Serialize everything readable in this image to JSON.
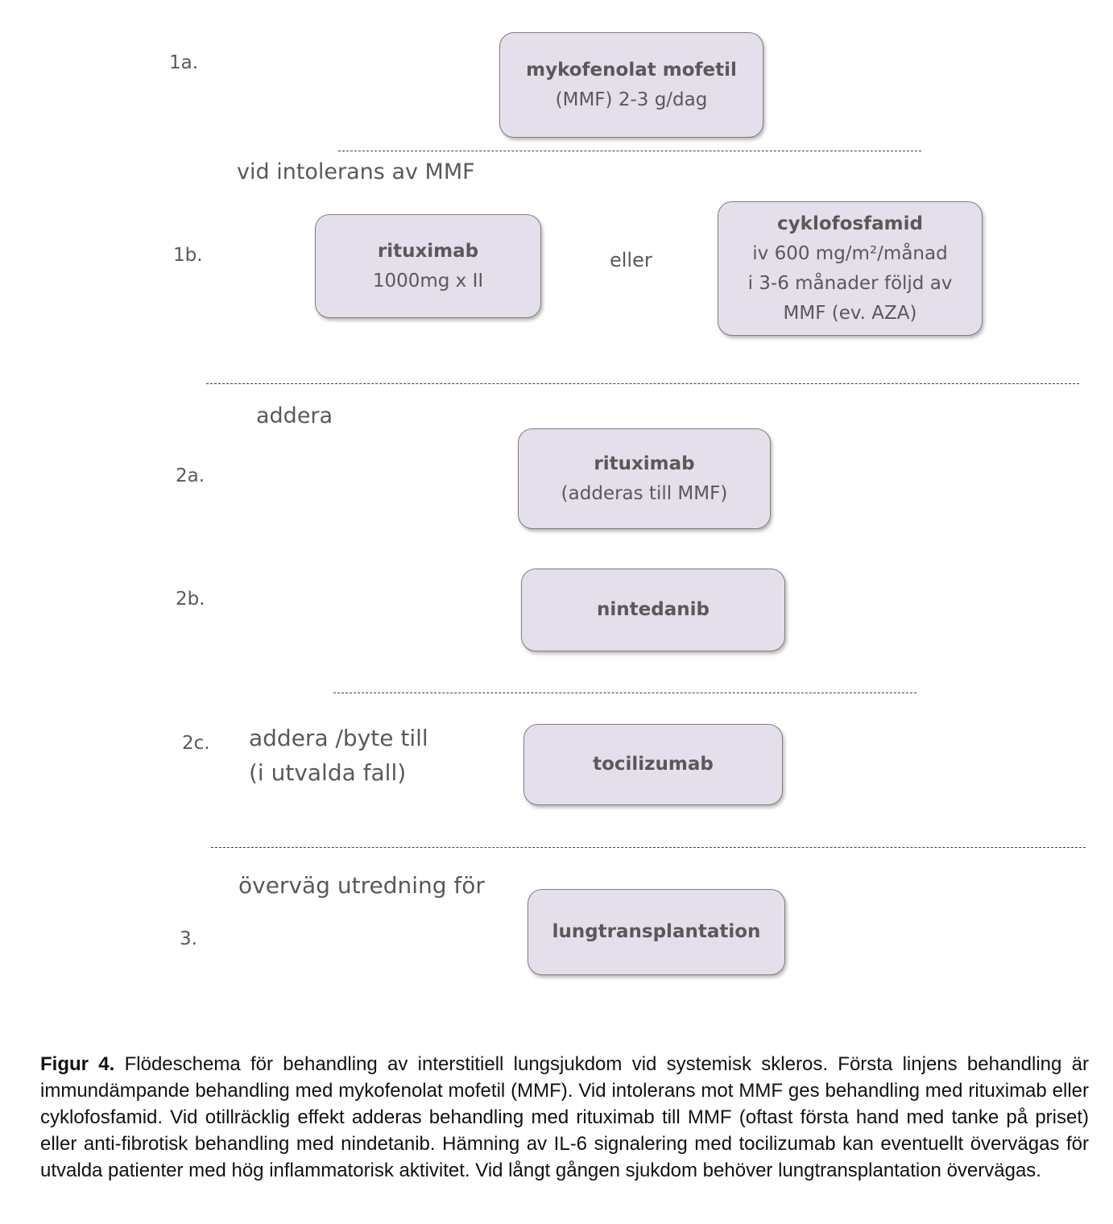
{
  "diagram": {
    "steps": {
      "s1a": "1a.",
      "s1b": "1b.",
      "s2a": "2a.",
      "s2b": "2b.",
      "s2c": "2c.",
      "s3": "3."
    },
    "labels": {
      "intolerance": "vid intolerans av MMF",
      "or": "eller",
      "add": "addera",
      "add_switch_line1": "addera /byte till",
      "add_switch_line2": "(i utvalda fall)",
      "consider": "överväg utredning för"
    },
    "boxes": {
      "mmf": {
        "line1": "mykofenolat mofetil",
        "line2": "(MMF) 2-3 g/dag"
      },
      "rituximab_1b": {
        "line1": "rituximab",
        "line2": "1000mg x II"
      },
      "cyclophosphamide": {
        "line1": "cyklofosfamid",
        "line2": "iv 600 mg/m²/månad",
        "line3": "i 3-6 månader följd av",
        "line4": "MMF (ev. AZA)"
      },
      "rituximab_2a": {
        "line1": "rituximab",
        "line2": "(adderas till MMF)"
      },
      "nintedanib": {
        "line1": "nintedanib"
      },
      "tocilizumab": {
        "line1": "tocilizumab"
      },
      "lung_transplant": {
        "line1": "lungtransplantation"
      }
    }
  },
  "caption": {
    "figure_label": "Figur 4.",
    "text": " Flödeschema för behandling av interstitiell lungsjukdom vid systemisk skleros. Första linjens behandling är immundämpande behandling med mykofenolat mofetil (MMF). Vid intolerans mot MMF ges behandling med rituximab eller cyklofosfamid. Vid otillräcklig effekt adderas behandling med rituximab till MMF (oftast första hand med tanke på priset) eller anti-fibrotisk behandling med nindetanib. Hämning av IL-6 signalering med tocilizumab kan eventuellt övervägas för utvalda patienter med hög inflammatorisk aktivitet. Vid långt gången sjukdom behöver lungtransplantation övervägas."
  },
  "colors": {
    "box_fill": "#e4dfeb",
    "box_border": "#7f7f7f",
    "text": "#595959",
    "caption_text": "#111111"
  }
}
